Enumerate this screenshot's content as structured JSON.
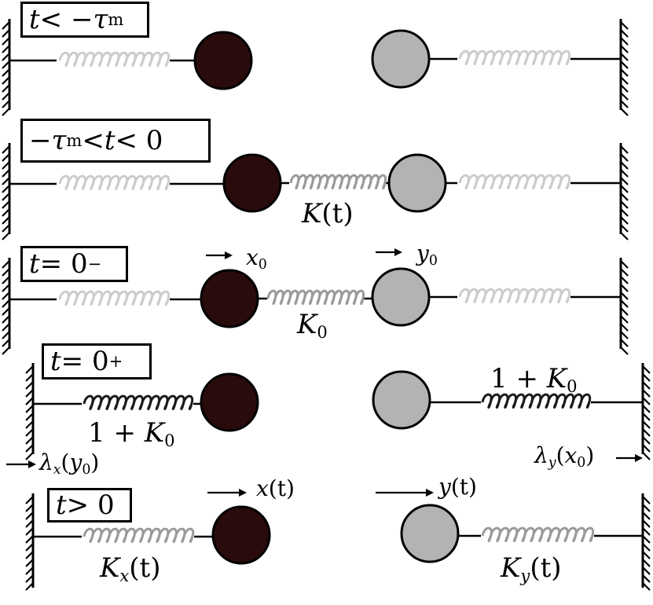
{
  "panels": [
    {
      "condition": {
        "var": "t",
        "rel": " < −",
        "sym": "τ",
        "sub": "m"
      }
    },
    {
      "condition": {
        "pre": "−",
        "sym": "τ",
        "sub": "m",
        "rel1": " < ",
        "var": "t",
        "rel2": " < 0"
      },
      "coupling_label": {
        "sym": "K",
        "arg": "(t)"
      }
    },
    {
      "condition": {
        "var": "t",
        "rel": " = 0",
        "sub": "−"
      },
      "coupling_label": {
        "sym": "K",
        "sub": "0"
      },
      "x_label": {
        "sym": "x",
        "sub": "0"
      },
      "y_label": {
        "sym": "y",
        "sub": "0"
      }
    },
    {
      "condition": {
        "var": "t",
        "rel": " = 0",
        "sub": "+"
      },
      "left_spring_label": {
        "pre": "1 + ",
        "sym": "K",
        "sub": "0"
      },
      "right_spring_label": {
        "pre": "1 + ",
        "sym": "K",
        "sub": "0"
      },
      "left_force": {
        "sym": "λ",
        "sub": "x",
        "arg_open": "(",
        "arg": "y",
        "arg_sub": "0",
        "arg_close": ")"
      },
      "right_force": {
        "sym": "λ",
        "sub": "y",
        "arg_open": "(",
        "arg": "x",
        "arg_sub": "0",
        "arg_close": ")"
      }
    },
    {
      "condition": {
        "var": "t",
        "rel": " > 0"
      },
      "x_label": {
        "sym": "x",
        "arg": "(t)"
      },
      "y_label": {
        "sym": "y",
        "arg": "(t)"
      },
      "left_spring_label": {
        "sym": "K",
        "sub": "x",
        "arg": "(t)"
      },
      "right_spring_label": {
        "sym": "K",
        "sub": "y",
        "arg": "(t)"
      }
    }
  ],
  "colors": {
    "mass_x": "#2a0b0b",
    "mass_y": "#b3b3b3",
    "spring_light": "#cccccc",
    "spring_mid": "#9a9a9a",
    "spring_dark": "#1a1a1a"
  }
}
